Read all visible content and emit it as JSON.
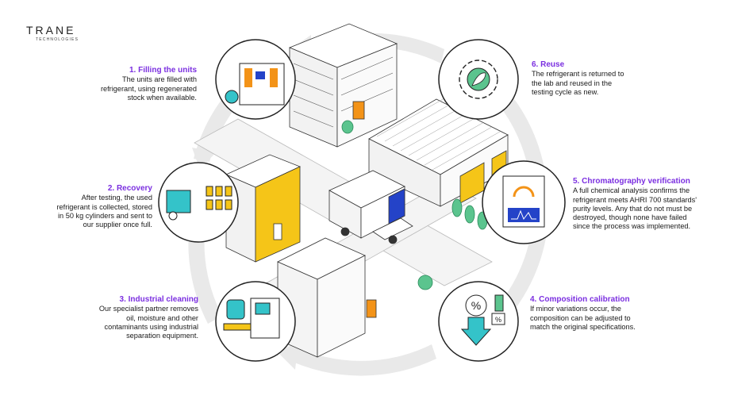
{
  "brand": {
    "name": "TRANE",
    "sub": "TECHNOLOGIES"
  },
  "colors": {
    "accent": "#7b2fe0",
    "yellow": "#f5c518",
    "orange": "#f39318",
    "blue": "#2443c8",
    "green": "#5bc48e",
    "teal": "#34c3c9",
    "ring": "#e6e6e6"
  },
  "steps": [
    {
      "title": "1. Filling the units",
      "desc": "The units are filled with\nrefrigerant, using regenerated\nstock when available."
    },
    {
      "title": "2. Recovery",
      "desc": "After testing, the used\nrefrigerant is collected, stored\nin 50 kg cylinders and sent to\nour supplier once full."
    },
    {
      "title": "3. Industrial cleaning",
      "desc": "Our specialist partner removes\noil, moisture and other\ncontaminants using industrial\nseparation equipment."
    },
    {
      "title": "4. Composition calibration",
      "desc": "If minor variations occur, the\ncomposition can be adjusted to\nmatch the original specifications."
    },
    {
      "title": "5. Chromatography verification",
      "desc": "A full chemical analysis confirms the\nrefrigerant meets AHRI 700 standards'\npurity levels. Any that do not must be\ndestroyed, though none have failed\nsince the process was implemented."
    },
    {
      "title": "6. Reuse",
      "desc": "The refrigerant is returned to\nthe lab and reused in the\ntesting cycle as new."
    }
  ],
  "icons": [
    {
      "name": "filling-units-icon"
    },
    {
      "name": "recovery-truck-icon"
    },
    {
      "name": "industrial-cleaning-icon"
    },
    {
      "name": "percent-calibration-icon"
    },
    {
      "name": "chromatography-icon"
    },
    {
      "name": "reuse-gear-leaf-icon"
    }
  ],
  "badges": {
    "percent": "%"
  }
}
